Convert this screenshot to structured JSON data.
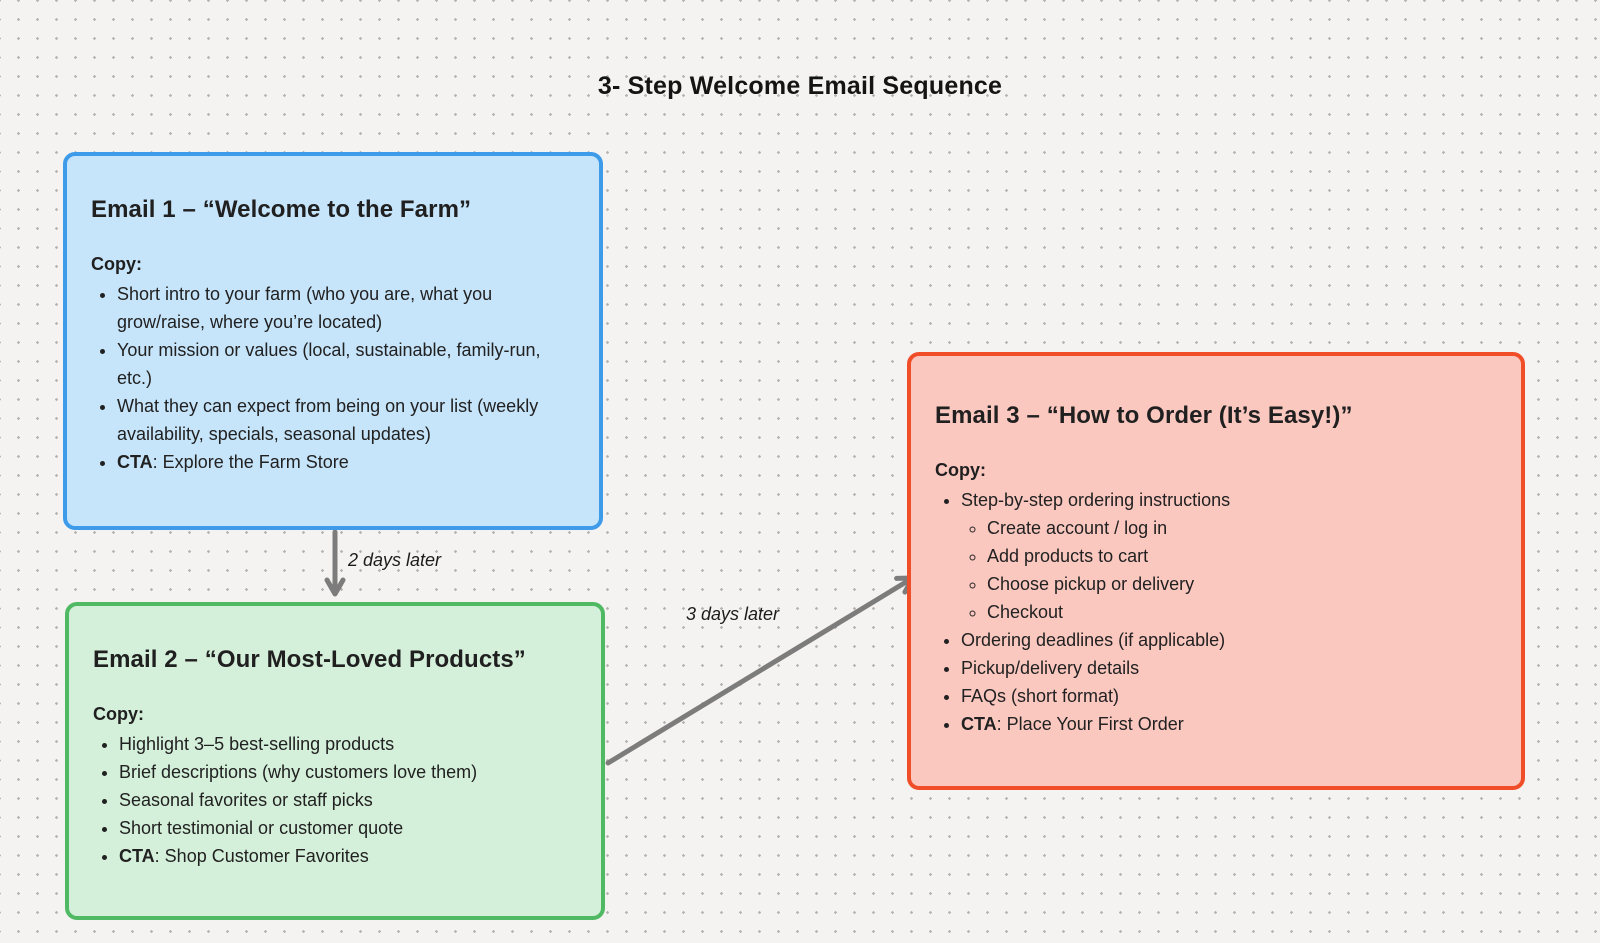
{
  "title": "3- Step Welcome Email Sequence",
  "colors": {
    "background": "#f4f3f1",
    "dot_grid": "#b7b5b2",
    "arrow": "#7c7c7c",
    "text": "#1f1f1f"
  },
  "connectors": [
    {
      "label": "2 days later",
      "from": "email1",
      "to": "email2"
    },
    {
      "label": "3 days later",
      "from": "email2",
      "to": "email3"
    }
  ],
  "nodes": [
    {
      "id": "email1",
      "title": "Email 1 – “Welcome to the Farm”",
      "copy_label": "Copy:",
      "fill": "#c6e4fa",
      "border": "#3d9bea",
      "bullets": [
        {
          "text": "Short intro to your farm (who you are, what you grow/raise, where you’re located)"
        },
        {
          "text": "Your mission or values (local, sustainable, family-run, etc.)"
        },
        {
          "text": "What they can expect from being on your list (weekly availability, specials, seasonal updates)"
        },
        {
          "bold": "CTA",
          "text": ": Explore the Farm Store"
        }
      ]
    },
    {
      "id": "email2",
      "title": "Email 2 – “Our Most-Loved Products”",
      "copy_label": "Copy:",
      "fill": "#d5f0da",
      "border": "#50b963",
      "bullets": [
        {
          "text": "Highlight 3–5 best-selling products"
        },
        {
          "text": "Brief descriptions (why customers love them)"
        },
        {
          "text": "Seasonal favorites or staff picks"
        },
        {
          "text": "Short testimonial or customer quote"
        },
        {
          "bold": "CTA",
          "text": ": Shop Customer Favorites"
        }
      ]
    },
    {
      "id": "email3",
      "title": "Email 3 – “How to Order (It’s Easy!)”",
      "copy_label": "Copy:",
      "fill": "#fbc8c0",
      "border": "#f04d29",
      "bullets": [
        {
          "text": "Step-by-step ordering instructions",
          "children": [
            "Create account / log in",
            "Add products to cart",
            "Choose pickup or delivery",
            "Checkout"
          ]
        },
        {
          "text": "Ordering deadlines (if applicable)"
        },
        {
          "text": "Pickup/delivery details"
        },
        {
          "text": "FAQs (short format)"
        },
        {
          "bold": "CTA",
          "text": ": Place Your First Order"
        }
      ]
    }
  ]
}
